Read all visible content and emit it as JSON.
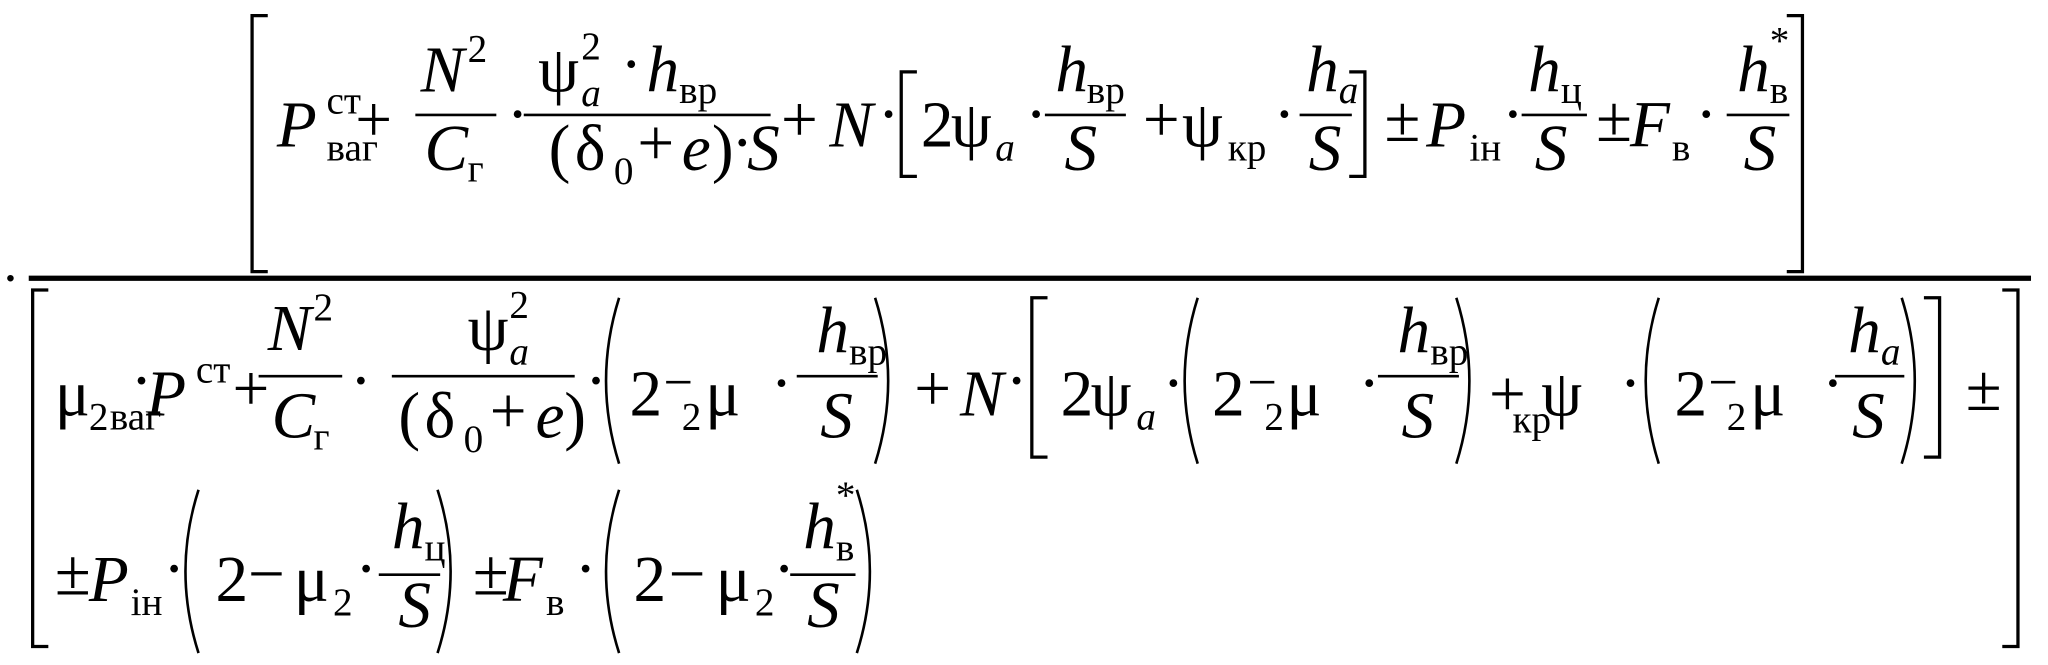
{
  "formula": {
    "numerator": [
      "P",
      "ст",
      "ваг",
      "+",
      "N",
      "2",
      "C",
      "г",
      "·",
      "ψ",
      "2",
      "a",
      "·",
      "h",
      "вр",
      "(",
      "δ",
      "0",
      "+",
      "e",
      ")",
      "·",
      "S",
      "+",
      "N",
      "·",
      "2",
      "ψ",
      "a",
      "·",
      "h",
      "вр",
      "S",
      "+",
      "ψ",
      "кр",
      "·",
      "h",
      "a",
      "S",
      "±",
      "P",
      "ін",
      "·",
      "h",
      "ц",
      "S",
      "±",
      "F",
      "в",
      "·",
      "h",
      "*",
      "в",
      "S"
    ],
    "denominator_line1": [
      "μ",
      "2",
      "ваг",
      "·",
      "P",
      "ст",
      "+",
      "N",
      "2",
      "C",
      "г",
      "·",
      "ψ",
      "2",
      "a",
      "(",
      "δ",
      "0",
      "+",
      "e",
      ")",
      "·",
      "2",
      "−",
      "2",
      "μ",
      "·",
      "h",
      "вр",
      "S",
      "+",
      "N",
      "·",
      "2",
      "ψ",
      "a",
      "·",
      "2",
      "−",
      "2",
      "μ",
      "·",
      "h",
      "вр",
      "S",
      "+",
      "кр",
      "ψ",
      "·",
      "2",
      "−",
      "2",
      "μ",
      "·",
      "h",
      "a",
      "S",
      "±"
    ],
    "denominator_line2": [
      "±",
      "P",
      "ін",
      "·",
      "2",
      "−",
      "μ",
      "2",
      "·",
      "h",
      "ц",
      "S",
      "±",
      "F",
      "в",
      "·",
      "2",
      "−",
      "μ",
      "2",
      "·",
      "h",
      "*",
      "в",
      "S"
    ]
  }
}
